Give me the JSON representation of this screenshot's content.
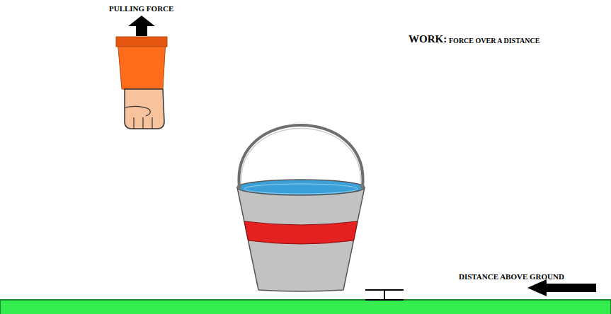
{
  "diagram": {
    "labels": [
      "PULLING FORCE",
      "WORK:",
      "FORCE OVER A DISTANCE",
      "DISTANCE ABOVE GROUND"
    ]
  }
}
